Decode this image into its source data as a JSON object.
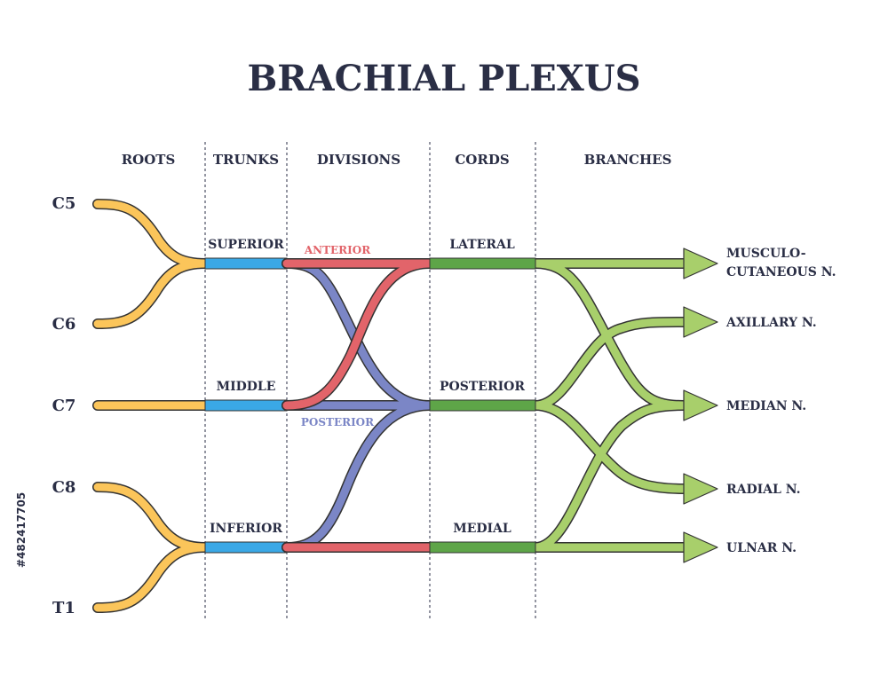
{
  "title": "BRACHIAL PLEXUS",
  "columns": [
    "ROOTS",
    "TRUNKS",
    "DIVISIONS",
    "CORDS",
    "BRANCHES"
  ],
  "roots": [
    "C5",
    "C6",
    "C7",
    "C8",
    "T1"
  ],
  "trunks": [
    "SUPERIOR",
    "MIDDLE",
    "INFERIOR"
  ],
  "divisions": [
    "ANTERIOR",
    "POSTERIOR"
  ],
  "cords": [
    "LATERAL",
    "POSTERIOR",
    "MEDIAL"
  ],
  "branches": [
    "MUSCULO-",
    "CUTANEOUS N.",
    "AXILLARY N.",
    "MEDIAN N.",
    "RADIAL N.",
    "ULNAR N."
  ],
  "stock_id": "#482417705",
  "colors": {
    "roots": "#fbc55a",
    "trunks": "#3aa8e6",
    "anterior": "#e2646a",
    "posterior": "#7b86c6",
    "cords": "#5ea548",
    "branches": "#a8cf6b",
    "text": "#2a2e45"
  }
}
